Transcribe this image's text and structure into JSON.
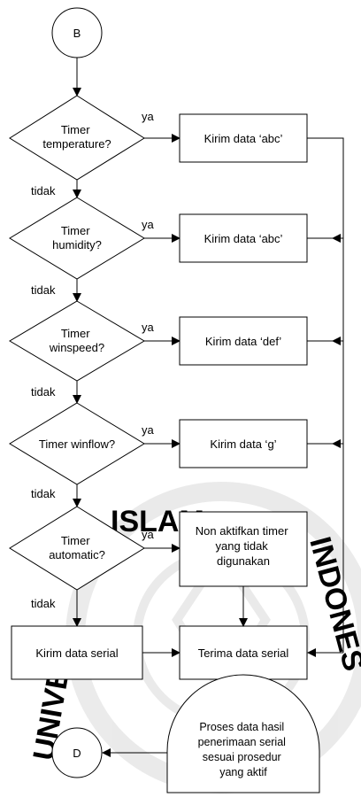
{
  "start_connector": "B",
  "end_connector": "D",
  "labels": {
    "yes": "ya",
    "no": "tidak"
  },
  "decisions": [
    {
      "lines": [
        "Timer",
        "temperature?"
      ]
    },
    {
      "lines": [
        "Timer",
        "humidity?"
      ]
    },
    {
      "lines": [
        "Timer",
        "winspeed?"
      ]
    },
    {
      "lines": [
        "Timer winflow?"
      ]
    },
    {
      "lines": [
        "Timer",
        "automatic?"
      ]
    }
  ],
  "yes_actions": [
    {
      "lines": [
        "Kirim data ‘abc’"
      ]
    },
    {
      "lines": [
        "Kirim data ‘abc’"
      ]
    },
    {
      "lines": [
        "Kirim data ‘def’"
      ]
    },
    {
      "lines": [
        "Kirim data ‘g’"
      ]
    },
    {
      "lines": [
        "Non aktifkan timer",
        "yang tidak",
        "digunakan"
      ]
    }
  ],
  "send_serial": "Kirim data serial",
  "receive_serial": "Terima data serial",
  "process": {
    "lines": [
      "Proses data hasil",
      "penerimaan serial",
      "sesuai prosedur",
      "yang aktif"
    ]
  },
  "watermark": {
    "letters_left": "ISLAM",
    "letters_right": "INDONES",
    "letters_bottom": "UNIVERS"
  }
}
